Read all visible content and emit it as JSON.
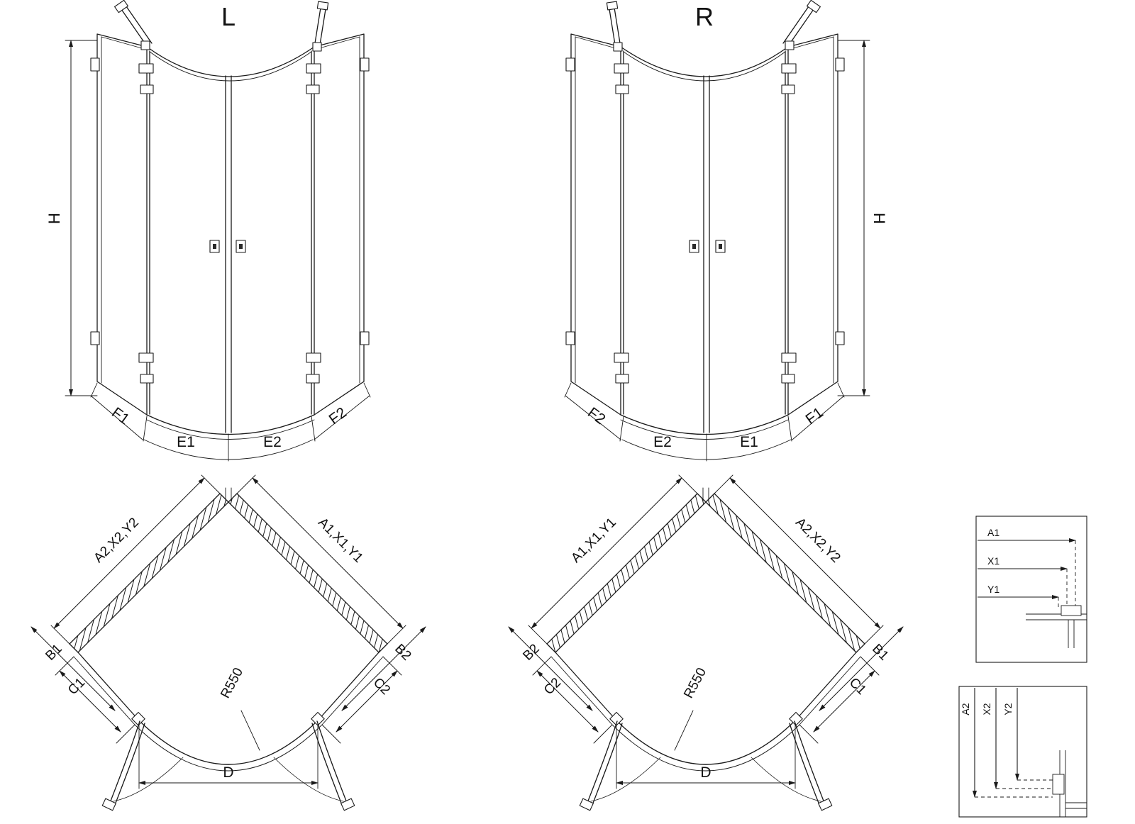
{
  "colors": {
    "line": "#1a1a1a",
    "background": "#ffffff"
  },
  "views": {
    "perspective_left": {
      "title": "L",
      "height_label": "H",
      "base_segments": [
        "F1",
        "E1",
        "E2",
        "F2"
      ]
    },
    "perspective_right": {
      "title": "R",
      "height_label": "H",
      "base_segments": [
        "F2",
        "E2",
        "E1",
        "F1"
      ]
    },
    "plan_left": {
      "left_wall_label": "A2,X2,Y2",
      "right_wall_label": "A1,X1,Y1",
      "left_outer_label": "B1",
      "right_outer_label": "B2",
      "left_door_label": "C1",
      "right_door_label": "C2",
      "radius_label": "R550",
      "width_label": "D"
    },
    "plan_right": {
      "left_wall_label": "A1,X1,Y1",
      "right_wall_label": "A2,X2,Y2",
      "left_outer_label": "B2",
      "right_outer_label": "B1",
      "left_door_label": "C2",
      "right_door_label": "C1",
      "radius_label": "R550",
      "width_label": "D"
    },
    "detail_horizontal": {
      "labels": [
        "A1",
        "X1",
        "Y1"
      ]
    },
    "detail_vertical": {
      "labels": [
        "A2",
        "X2",
        "Y2"
      ]
    }
  }
}
